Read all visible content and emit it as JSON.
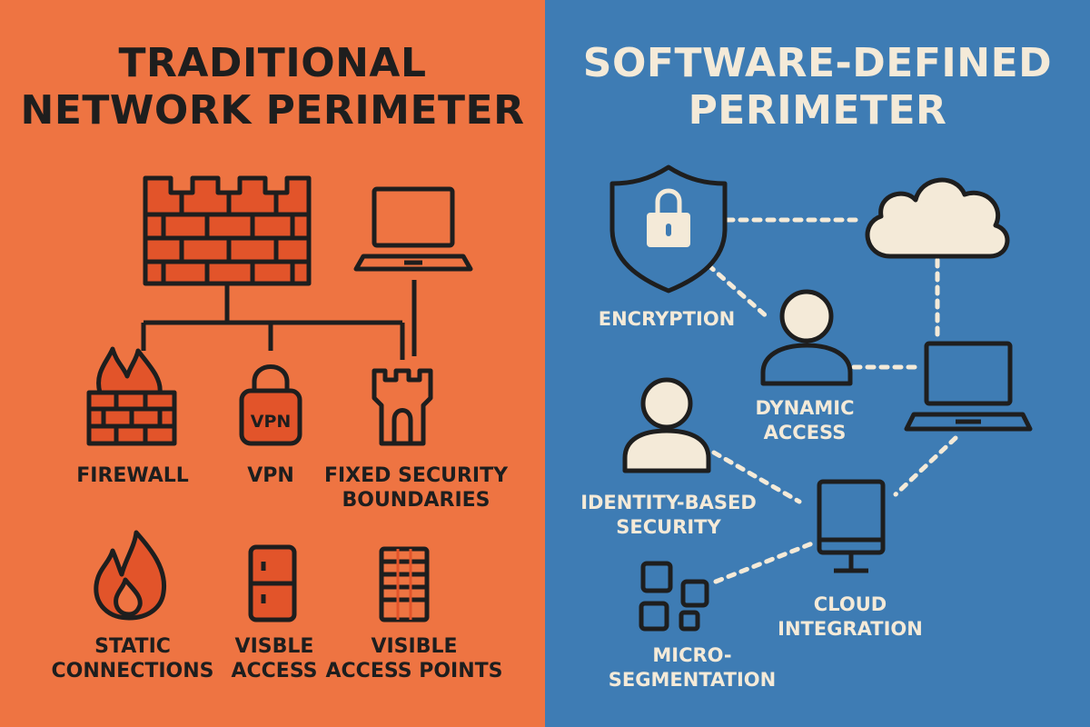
{
  "left": {
    "title_line1": "TRADITIONAL",
    "title_line2": "NETWORK PERIMETER",
    "bg_color": "#EE7442",
    "labels": {
      "firewall": "FIREWALL",
      "vpn": "VPN",
      "vpn_badge": "VPN",
      "fixed1": "FIXED SECURITY",
      "fixed2": "BOUNDARIES",
      "static1": "STATIC",
      "static2": "CONNECTIONS",
      "visible_access1": "VISBLE",
      "visible_access2": "ACCESS",
      "access_points1": "VISIBLE",
      "access_points2": "ACCESS POINTS"
    }
  },
  "right": {
    "title_line1": "SOFTWARE-DEFINED",
    "title_line2": "PERIMETER",
    "bg_color": "#3E7CB4",
    "labels": {
      "encryption": "ENCRYPTION",
      "dynamic1": "DYNAMIC",
      "dynamic2": "ACCESS",
      "identity1": "IDENTITY-BASED",
      "identity2": "SECURITY",
      "cloud1": "CLOUD",
      "cloud2": "INTEGRATION",
      "micro1": "MICRO-",
      "micro2": "SEGMENTATION"
    }
  },
  "colors": {
    "ink": "#1E1E1E",
    "brick": "#E2542A",
    "cream": "#F4EAD8"
  }
}
